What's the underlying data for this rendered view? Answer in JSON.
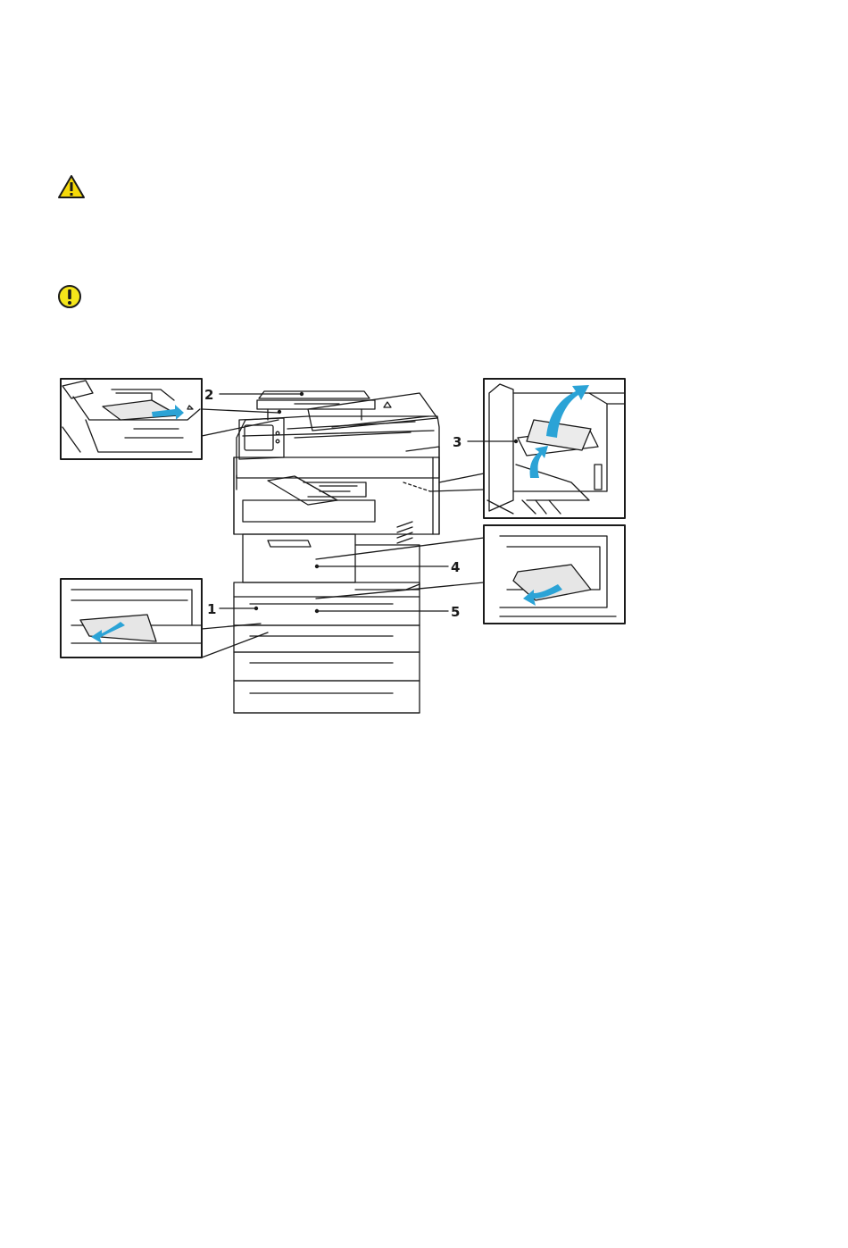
{
  "icons": {
    "warning": "warning-triangle-icon",
    "caution": "caution-exclamation-icon"
  },
  "colors": {
    "warning_fill": "#F5D90A",
    "caution_fill": "#F5E61A",
    "arrow_blue": "#2BA3D6",
    "line": "#1a1a1a"
  },
  "figure": {
    "callouts": [
      "1",
      "2",
      "3",
      "4",
      "5"
    ]
  }
}
